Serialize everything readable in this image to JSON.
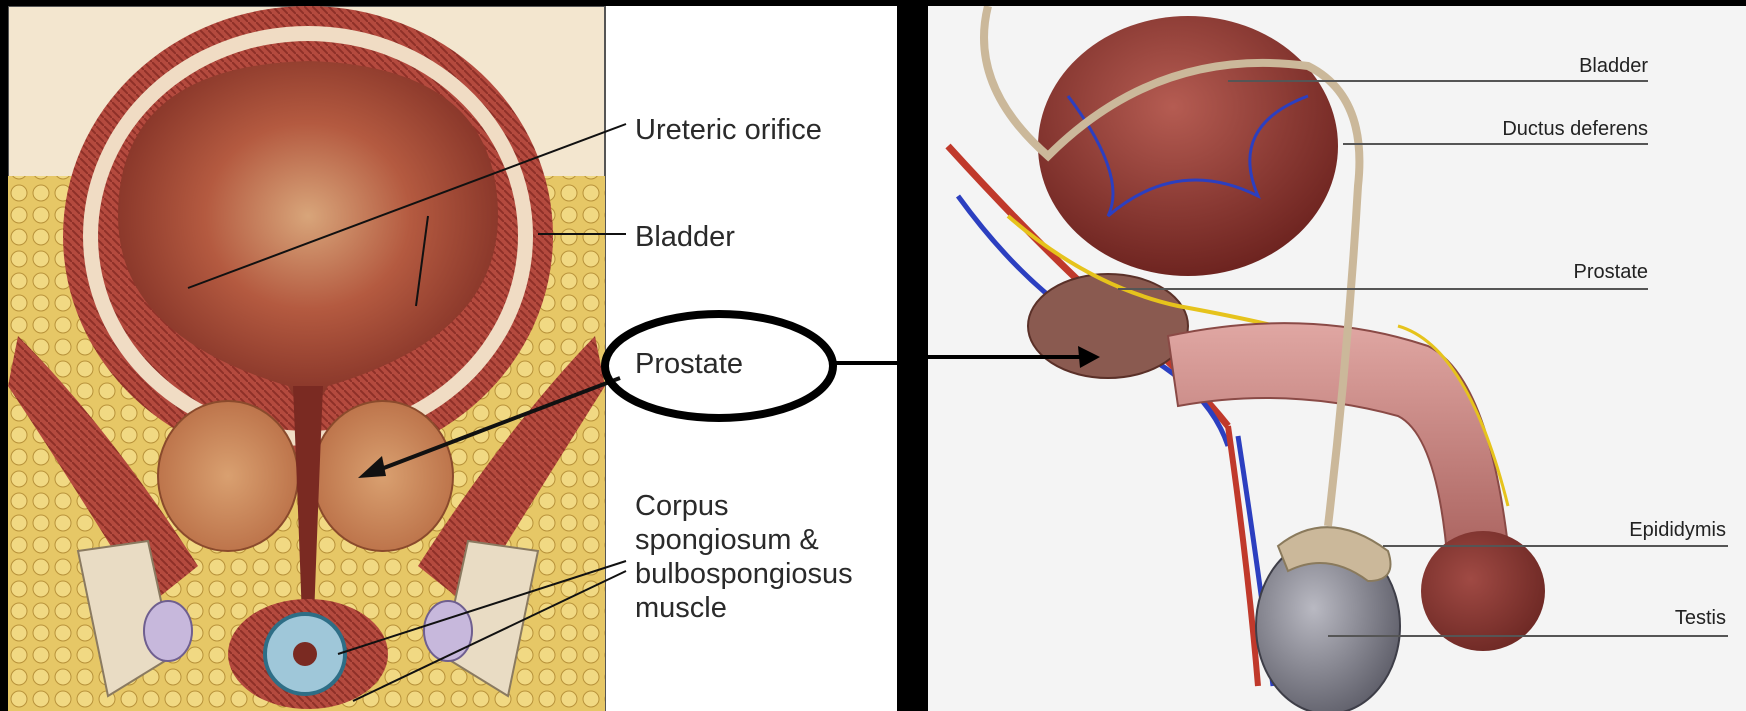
{
  "left": {
    "labels": {
      "ureteric_orifice": "Ureteric orifice",
      "bladder": "Bladder",
      "prostate": "Prostate",
      "corpus_line1": "Corpus",
      "corpus_line2": "spongiosum &",
      "corpus_line3": "bulbospongiosus",
      "corpus_line4": "muscle"
    }
  },
  "right": {
    "labels": {
      "bladder": "Bladder",
      "ductus_deferens": "Ductus deferens",
      "prostate": "Prostate",
      "epididymis": "Epididymis",
      "testis": "Testis"
    }
  },
  "colors": {
    "background": "#000000",
    "muscle": "#a8433a",
    "fat": "#e3c25c",
    "bladder_interior": "#9a3a2e",
    "prostate_tissue": "#c98a5c",
    "right_bladder": "#8a3a32",
    "penis": "#c98a8a",
    "testis": "#8c8c96",
    "vessel_red": "#c0392b",
    "vessel_blue": "#2c3fc0",
    "nerve_yellow": "#e6c31c"
  }
}
